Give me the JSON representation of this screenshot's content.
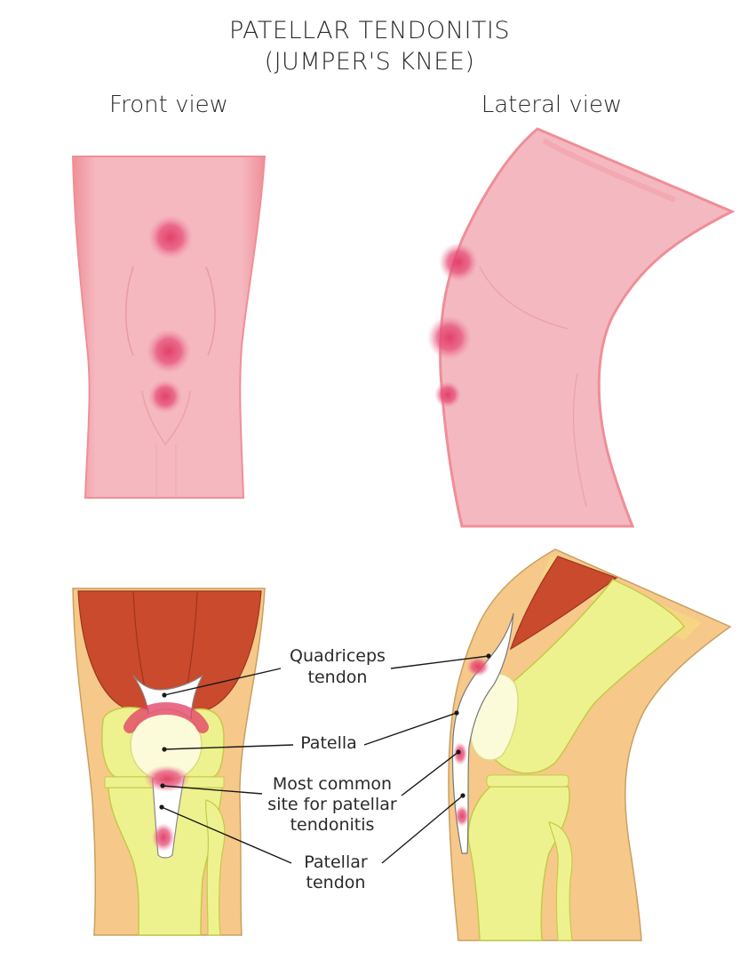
{
  "title": {
    "line1": "PATELLAR TENDONITIS",
    "line2": "(JUMPER'S KNEE)"
  },
  "views": {
    "front": "Front view",
    "lateral": "Lateral view"
  },
  "labels": {
    "quadriceps_tendon": [
      "Quadriceps",
      "tendon"
    ],
    "patella": [
      "Patella"
    ],
    "most_common_site": [
      "Most common",
      "site for patellar",
      "tendonitis"
    ],
    "patellar_tendon": [
      "Patellar",
      "tendon"
    ]
  },
  "colors": {
    "skin": "#f4b9c0",
    "skin_edge": "#ef8e98",
    "pain_spot": "#e0466a",
    "muscle": "#c94a2c",
    "fat": "#f6c98a",
    "bone": "#eef28e",
    "bone_edge": "#d7dc52",
    "patella_cartilage": "#fbfbd9",
    "tendon": "#ffffff"
  }
}
